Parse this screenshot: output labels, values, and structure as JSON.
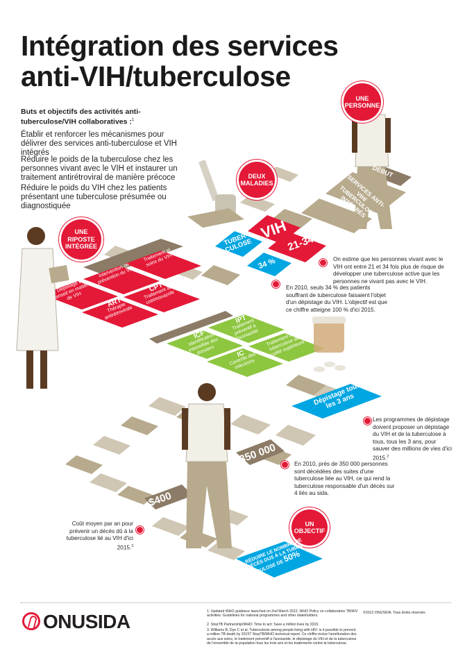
{
  "title": {
    "line1": "Intégration des services",
    "line2": "anti-VIH/tuberculose"
  },
  "intro": {
    "heading": "Buts et objectifs des activités anti-tuberculose/VIH collaboratives :",
    "heading_sup": "1",
    "p1": "Établir et renforcer les mécanismes pour délivrer des services anti-tuberculose et VIH intégrés",
    "p2": "Réduire le poids de la tuberculose chez les personnes vivant avec le VIH et instaurer un traitement antirétroviral de manière précoce",
    "p3": "Réduire le poids du VIH chez les patients présentant une tuberculose présumée ou diagnostiquée"
  },
  "circles": {
    "person": "UNE PERSONNE",
    "diseases": "DEUX MALADIES",
    "response": "UNE RIPOSTE INTÉGRÉE",
    "objective": "UN OBJECTIF"
  },
  "tiles": {
    "start": "DÉBUT",
    "services": "SERVICES ANTI-VIH/ TUBERCULOSE INTÉGRÉS",
    "vih": "VIH",
    "tb": "TUBER- CULOSE",
    "range": "21-34",
    "pct34": "34 %",
    "red1_title": "",
    "red1": "Dépistage et conseil en matière de VIH",
    "red2": "Intervention de prévention du VIH",
    "red3": "Traitement et soins du VIH",
    "art_title": "ART",
    "art": "Thérapie antirétrovirale",
    "cpt_title": "CPT",
    "cpt": "Traitement au cotrimoxazole",
    "icf_title": "ICF",
    "icf": "Identification intensifiée des dossiers",
    "ipt_title": "IPT",
    "ipt": "Traitement préventif à l'isoniazide",
    "ic_title": "IC",
    "ic": "Contrôle des infections",
    "green4": "Traitement anti-tuberculose de qualité supérieure",
    "screening": "Dépistage tous les 3 ans",
    "deaths": "350 000",
    "cost": "$400",
    "goal": "RÉDUIRE LE NOMBRE DE DÉCÈS DUS À LA TUBER- CULOSE DE",
    "goal_pct": "50%"
  },
  "notes": {
    "n1": "On estime que les personnes vivant avec le VIH ont entre 21 et 34 fois plus de risque de développer une tuberculose active que les personnes ne vivant pas avec le VIH.",
    "n2": "En 2010, seuls 34 % des patients souffrant de tuberculose faisaient l'objet d'un dépistage du VIH. L'objectif est que ce chiffre atteigne 100 % d'ici 2015.",
    "n3": "Les programmes de dépistage doivent proposer un dépistage du VIH et de la tuberculose à tous, tous les 3 ans, pour sauver des millions de vies d'ici 2015.",
    "n3_sup": "2",
    "n4": "En 2010, près de 350 000 personnes sont décédées des suites d'une tuberculose liée au VIH, ce qui rend la tuberculose responsable d'un décès sur 4 liés au sida.",
    "n5": "Coût moyen par an pour prévenir un décès dû à la tuberculose lié au VIH d'ici 2015.",
    "n5_sup": "3"
  },
  "footer": {
    "logo": "ONUSIDA",
    "ref1": "1.  Updated WHO guidance launched on 2nd March 2012, WHO Policy on collaborative TB/HIV activities: Guidelines for national programmes and other stakeholders.",
    "ref2": "2.  StopTB Partnership/WHO: Time to act: Save a million lives by 2015.",
    "ref3": "3.  Williams B, Dye C et al, Tuberculosis among people living with HIV: is it possible to prevent a million TB death by 2015? StopTB/WHO technical report. Ce chiffre inclue l'amélioration des accès aux soins, le traitement préventif à l'isoniazide, le dépistage du VIH et de la tuberculose de l'ensemble de la population tous les trois ans et les traitements contre la tuberculose.",
    "copyright": "©2012 ONUSIDA. Tous droits réservés."
  },
  "colors": {
    "red": "#e31937",
    "blue": "#00a6e2",
    "green": "#8dc63f",
    "tan": "#b7aa8d",
    "brown": "#8c7b66",
    "skin": "#5a3b22"
  }
}
